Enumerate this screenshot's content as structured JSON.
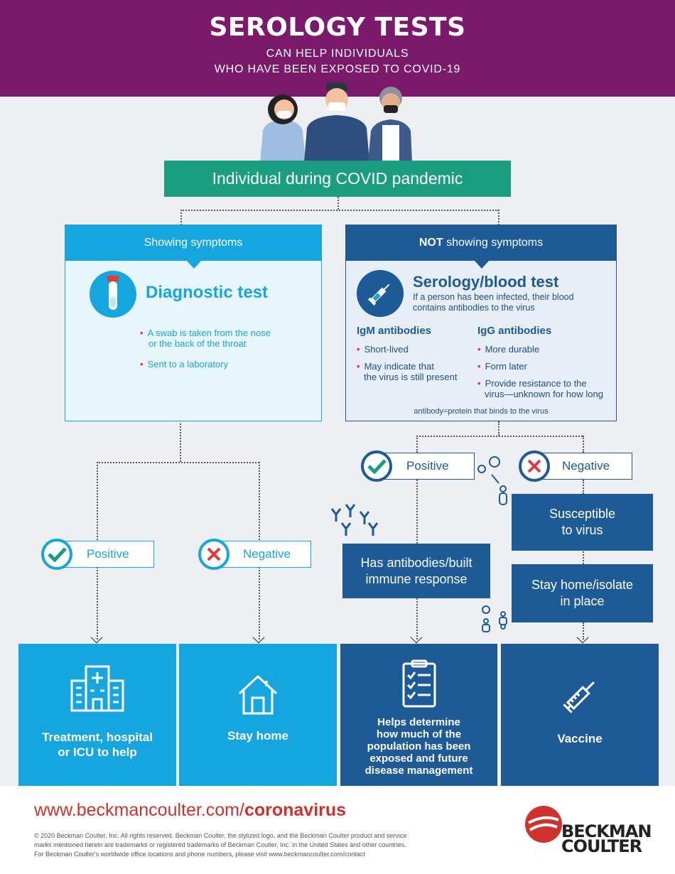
{
  "header": {
    "title": "SEROLOGY TESTS",
    "subtitle_line1": "CAN HELP INDIVIDUALS",
    "subtitle_line2": "WHO HAVE BEEN EXPOSED TO COVID-19"
  },
  "banner": "Individual during COVID pandemic",
  "left_branch": {
    "header": "Showing symptoms",
    "title": "Diagnostic test",
    "bullets": [
      "A swab is taken from the nose",
      "or the back of the throat",
      "Sent to a laboratory"
    ]
  },
  "right_branch": {
    "header_bold": "NOT",
    "header_rest": " showing symptoms",
    "title": "Serology/blood test",
    "desc_line1": "If a person has been infected, their blood",
    "desc_line2": "contains antibodies to the virus",
    "igm": {
      "title": "IgM antibodies",
      "b1": "Short-lived",
      "b2a": "May indicate that",
      "b2b": "the virus is still present"
    },
    "igg": {
      "title": "IgG antibodies",
      "b1": "More durable",
      "b2": "Form later",
      "b3a": "Provide resistance to the",
      "b3b": "virus—unknown for how long"
    },
    "footnote": "antibody=protein that binds to the virus"
  },
  "results": {
    "left_positive": "Positive",
    "left_negative": "Negative",
    "right_positive": "Positive",
    "right_negative": "Negative"
  },
  "boxes": {
    "antibodies_line1": "Has antibodies/built",
    "antibodies_line2": "immune response",
    "susceptible_line1": "Susceptible",
    "susceptible_line2": "to virus",
    "stay_isolate_line1": "Stay home/isolate",
    "stay_isolate_line2": "in place"
  },
  "outcomes": {
    "treatment_line1": "Treatment, hospital",
    "treatment_line2": "or ICU to help",
    "stay_home": "Stay home",
    "helps_line1": "Helps determine",
    "helps_line2": "how much of the",
    "helps_line3": "population has been",
    "helps_line4": "exposed and future",
    "helps_line5": "disease management",
    "vaccine": "Vaccine"
  },
  "footer": {
    "url_plain": "www.beckmancoulter.com/",
    "url_bold": "coronavirus",
    "legal_line1": "© 2020 Beckman Coulter, Inc. All rights reserved. Beckman Coulter, the stylized logo, and the Beckman Coulter product and service",
    "legal_line2": "marks mentioned herein are trademarks or registered trademarks of Beckman Coulter, Inc. in the United States and other countries.",
    "legal_line3": "For Beckman Coulter's worldwide office locations and phone numbers, please visit www.beckmancoulter.com/contact",
    "logo_line1": "BECKMAN",
    "logo_line2": "COULTER"
  },
  "colors": {
    "purple": "#7b1a6a",
    "teal": "#1a9e7f",
    "cyan": "#16a6df",
    "navy": "#1d5a96",
    "red": "#d0312d"
  }
}
